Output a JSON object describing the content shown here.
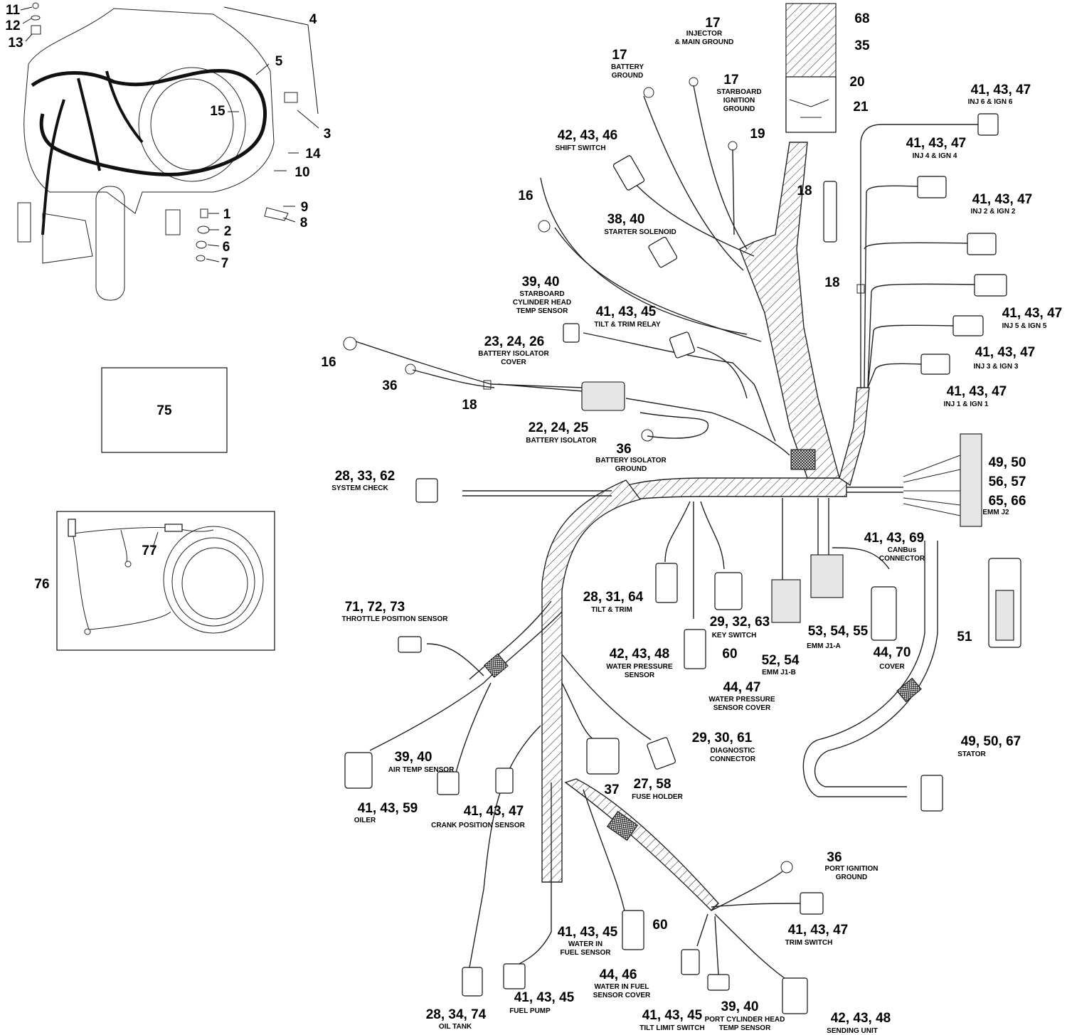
{
  "callouts": [
    {
      "id": "c11",
      "num": "11"
    },
    {
      "id": "c12",
      "num": "12"
    },
    {
      "id": "c13",
      "num": "13"
    },
    {
      "id": "c4",
      "num": "4"
    },
    {
      "id": "c5",
      "num": "5"
    },
    {
      "id": "c15",
      "num": "15"
    },
    {
      "id": "c3",
      "num": "3"
    },
    {
      "id": "c14",
      "num": "14"
    },
    {
      "id": "c10",
      "num": "10"
    },
    {
      "id": "c9",
      "num": "9"
    },
    {
      "id": "c8",
      "num": "8"
    },
    {
      "id": "c1",
      "num": "1"
    },
    {
      "id": "c2",
      "num": "2"
    },
    {
      "id": "c6",
      "num": "6"
    },
    {
      "id": "c7",
      "num": "7"
    },
    {
      "id": "c75",
      "num": "75"
    },
    {
      "id": "c76",
      "num": "76"
    },
    {
      "id": "c77",
      "num": "77"
    },
    {
      "id": "c17a",
      "num": "17",
      "caption": [
        "INJECTOR",
        "& MAIN GROUND"
      ]
    },
    {
      "id": "c17b",
      "num": "17",
      "caption": [
        "BATTERY",
        "GROUND"
      ]
    },
    {
      "id": "c17c",
      "num": "17",
      "caption": [
        "STARBOARD",
        "IGNITION",
        "GROUND"
      ]
    },
    {
      "id": "c68",
      "num": "68"
    },
    {
      "id": "c35",
      "num": "35"
    },
    {
      "id": "c20",
      "num": "20"
    },
    {
      "id": "c21",
      "num": "21"
    },
    {
      "id": "c19",
      "num": "19"
    },
    {
      "id": "c424346a",
      "num": "42, 43, 46",
      "caption": [
        "SHIFT SWITCH"
      ]
    },
    {
      "id": "c16a",
      "num": "16"
    },
    {
      "id": "c3840",
      "num": "38, 40",
      "caption": [
        "STARTER SOLENOID"
      ]
    },
    {
      "id": "c18a",
      "num": "18"
    },
    {
      "id": "c18b",
      "num": "18"
    },
    {
      "id": "c3940a",
      "num": "39, 40",
      "caption": [
        "STARBOARD",
        "CYLINDER HEAD",
        "TEMP SENSOR"
      ]
    },
    {
      "id": "c414345a",
      "num": "41, 43, 45",
      "caption": [
        "TILT & TRIM RELAY"
      ]
    },
    {
      "id": "c232426",
      "num": "23, 24, 26",
      "caption": [
        "BATTERY ISOLATOR",
        "COVER"
      ]
    },
    {
      "id": "c16b",
      "num": "16"
    },
    {
      "id": "c36a",
      "num": "36"
    },
    {
      "id": "c18c",
      "num": "18"
    },
    {
      "id": "c222425",
      "num": "22, 24, 25",
      "caption": [
        "BATTERY ISOLATOR"
      ]
    },
    {
      "id": "c36b",
      "num": "36",
      "caption": [
        "BATTERY ISOLATOR",
        "GROUND"
      ]
    },
    {
      "id": "c283362",
      "num": "28, 33, 62",
      "caption": [
        "SYSTEM CHECK"
      ]
    },
    {
      "id": "inj6",
      "num": "41, 43, 47",
      "caption": [
        "INJ 6 & IGN 6"
      ]
    },
    {
      "id": "inj4",
      "num": "41, 43, 47",
      "caption": [
        "INJ 4 & IGN 4"
      ]
    },
    {
      "id": "inj2",
      "num": "41, 43, 47",
      "caption": [
        "INJ 2 & IGN 2"
      ]
    },
    {
      "id": "inj5",
      "num": "41, 43, 47",
      "caption": [
        "INJ 5 & IGN 5"
      ]
    },
    {
      "id": "inj3",
      "num": "41, 43, 47",
      "caption": [
        "INJ 3 & IGN 3"
      ]
    },
    {
      "id": "inj1",
      "num": "41, 43, 47",
      "caption": [
        "INJ 1 & IGN 1"
      ]
    },
    {
      "id": "emmj2",
      "num": "49, 50",
      "num2": "56, 57",
      "num3": "65, 66",
      "caption": [
        "EMM J2"
      ]
    },
    {
      "id": "canbus",
      "num": "41, 43, 69",
      "caption": [
        "CANBus",
        "CONNECTOR"
      ]
    },
    {
      "id": "c283164",
      "num": "28, 31, 64",
      "caption": [
        "TILT & TRIM"
      ]
    },
    {
      "id": "c293263",
      "num": "29, 32, 63",
      "caption": [
        "KEY SWITCH"
      ]
    },
    {
      "id": "c535455",
      "num": "53, 54, 55",
      "caption": [
        "EMM J1-A"
      ]
    },
    {
      "id": "c5254",
      "num": "52, 54",
      "caption": [
        "EMM J1-B"
      ]
    },
    {
      "id": "c4470",
      "num": "44, 70",
      "caption": [
        "COVER"
      ]
    },
    {
      "id": "c51",
      "num": "51"
    },
    {
      "id": "c424348a",
      "num": "42, 43, 48",
      "caption": [
        "WATER PRESSURE",
        "SENSOR"
      ]
    },
    {
      "id": "c60a",
      "num": "60"
    },
    {
      "id": "c4447",
      "num": "44, 47",
      "caption": [
        "WATER PRESSURE",
        "SENSOR COVER"
      ]
    },
    {
      "id": "c717273",
      "num": "71, 72, 73",
      "caption": [
        "THROTTLE POSITION SENSOR"
      ]
    },
    {
      "id": "c293061",
      "num": "29, 30, 61",
      "caption": [
        "DIAGNOSTIC",
        "CONNECTOR"
      ]
    },
    {
      "id": "c495067",
      "num": "49, 50, 67",
      "caption": [
        "STATOR"
      ]
    },
    {
      "id": "c3940b",
      "num": "39, 40",
      "caption": [
        "AIR TEMP SENSOR"
      ]
    },
    {
      "id": "c414359",
      "num": "41, 43, 59",
      "caption": [
        "OILER"
      ]
    },
    {
      "id": "c37",
      "num": "37"
    },
    {
      "id": "c2758",
      "num": "27, 58",
      "caption": [
        "FUSE HOLDER"
      ]
    },
    {
      "id": "c414347crank",
      "num": "41, 43, 47",
      "caption": [
        "CRANK POSITION SENSOR"
      ]
    },
    {
      "id": "c36c",
      "num": "36",
      "caption": [
        "PORT IGNITION",
        "GROUND"
      ]
    },
    {
      "id": "c414347trim",
      "num": "41, 43, 47",
      "caption": [
        "TRIM SWITCH"
      ]
    },
    {
      "id": "c414345wif",
      "num": "41, 43, 45",
      "caption": [
        "WATER IN",
        "FUEL SENSOR"
      ]
    },
    {
      "id": "c60b",
      "num": "60"
    },
    {
      "id": "c4446",
      "num": "44, 46",
      "caption": [
        "WATER IN FUEL",
        "SENSOR COVER"
      ]
    },
    {
      "id": "c414345fp",
      "num": "41, 43, 45",
      "caption": [
        "FUEL PUMP"
      ]
    },
    {
      "id": "c283474",
      "num": "28, 34, 74",
      "caption": [
        "OIL TANK"
      ]
    },
    {
      "id": "c414345tl",
      "num": "41, 43, 45",
      "caption": [
        "TILT LIMIT SWITCH"
      ]
    },
    {
      "id": "c3940c",
      "num": "39, 40",
      "caption": [
        "PORT CYLINDER HEAD",
        "TEMP SENSOR"
      ]
    },
    {
      "id": "c424348b",
      "num": "42, 43, 48",
      "caption": [
        "SENDING UNIT"
      ]
    }
  ]
}
